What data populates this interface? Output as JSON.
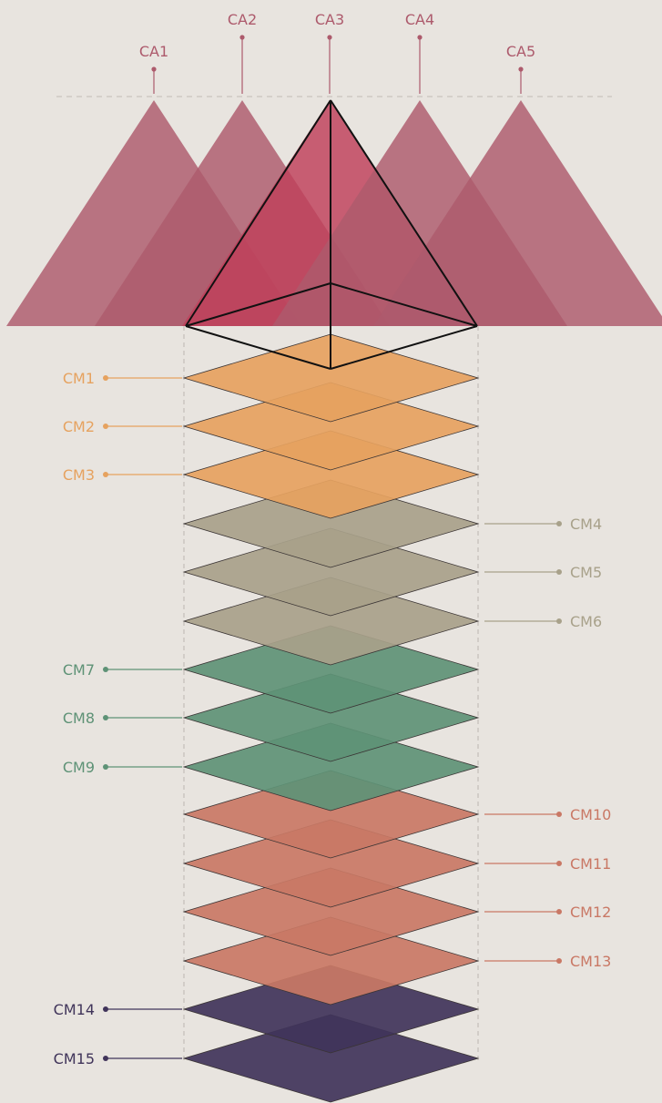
{
  "background": "#e8e4df",
  "ca_color": "#ad5a6c",
  "peak_color": "#bf3f5a",
  "ca_labels": [
    "CA1",
    "CA2",
    "CA3",
    "CA4",
    "CA5"
  ],
  "cm_layers": [
    {
      "label": "CM1",
      "color": "#e6a25f",
      "side": "left"
    },
    {
      "label": "CM2",
      "color": "#e6a25f",
      "side": "left"
    },
    {
      "label": "CM3",
      "color": "#e6a25f",
      "side": "left"
    },
    {
      "label": "CM4",
      "color": "#a8a18a",
      "side": "right"
    },
    {
      "label": "CM5",
      "color": "#a8a18a",
      "side": "right"
    },
    {
      "label": "CM6",
      "color": "#a8a18a",
      "side": "right"
    },
    {
      "label": "CM7",
      "color": "#5e9276",
      "side": "left"
    },
    {
      "label": "CM8",
      "color": "#5e9276",
      "side": "left"
    },
    {
      "label": "CM9",
      "color": "#5e9276",
      "side": "left"
    },
    {
      "label": "CM10",
      "color": "#c97865",
      "side": "right"
    },
    {
      "label": "CM11",
      "color": "#c97865",
      "side": "right"
    },
    {
      "label": "CM12",
      "color": "#c97865",
      "side": "right"
    },
    {
      "label": "CM13",
      "color": "#c97865",
      "side": "right"
    },
    {
      "label": "CM14",
      "color": "#40345a",
      "side": "left"
    },
    {
      "label": "CM15",
      "color": "#40345a",
      "side": "left"
    }
  ]
}
